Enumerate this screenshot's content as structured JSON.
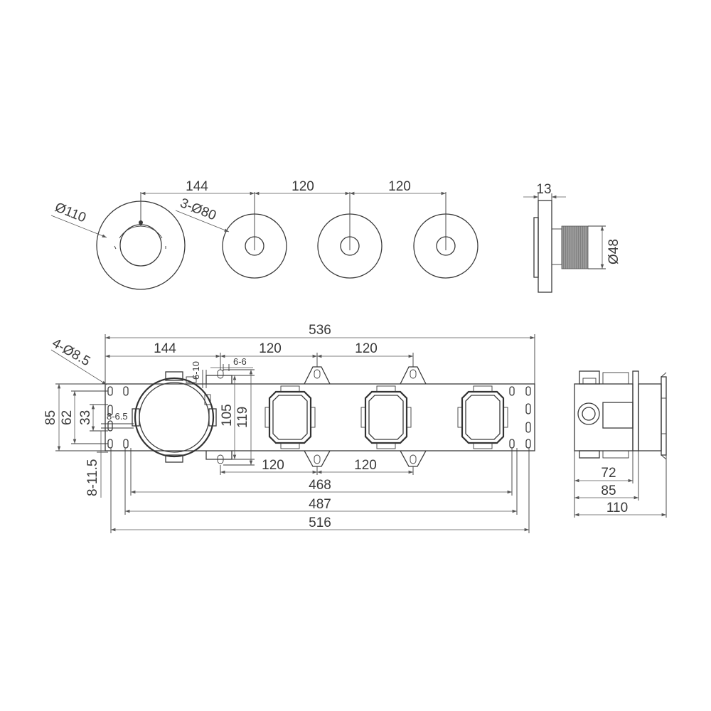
{
  "front_view": {
    "main_diameter": "Ø110",
    "small_diameter": "3-Ø80",
    "spacing_first": "144",
    "spacing_second": "120",
    "spacing_third": "120"
  },
  "side_view_top": {
    "thickness": "13",
    "diameter": "Ø48"
  },
  "box_view": {
    "total_width": "536",
    "spacing_first": "144",
    "spacing_second": "120",
    "spacing_third": "120",
    "hole_spec": "4-Ø8.5",
    "slot_a": "6-10",
    "slot_b": "6-6",
    "height_85": "85",
    "height_62": "62",
    "height_33": "33",
    "slot_c": "8-6.5",
    "slot_d": "8-11.5",
    "height_105": "105",
    "height_119": "119",
    "bottom_spacing_a": "120",
    "bottom_spacing_b": "120",
    "width_468": "468",
    "width_487": "487",
    "width_516": "516"
  },
  "side_view_box": {
    "depth_72": "72",
    "depth_85": "85",
    "depth_110": "110"
  }
}
